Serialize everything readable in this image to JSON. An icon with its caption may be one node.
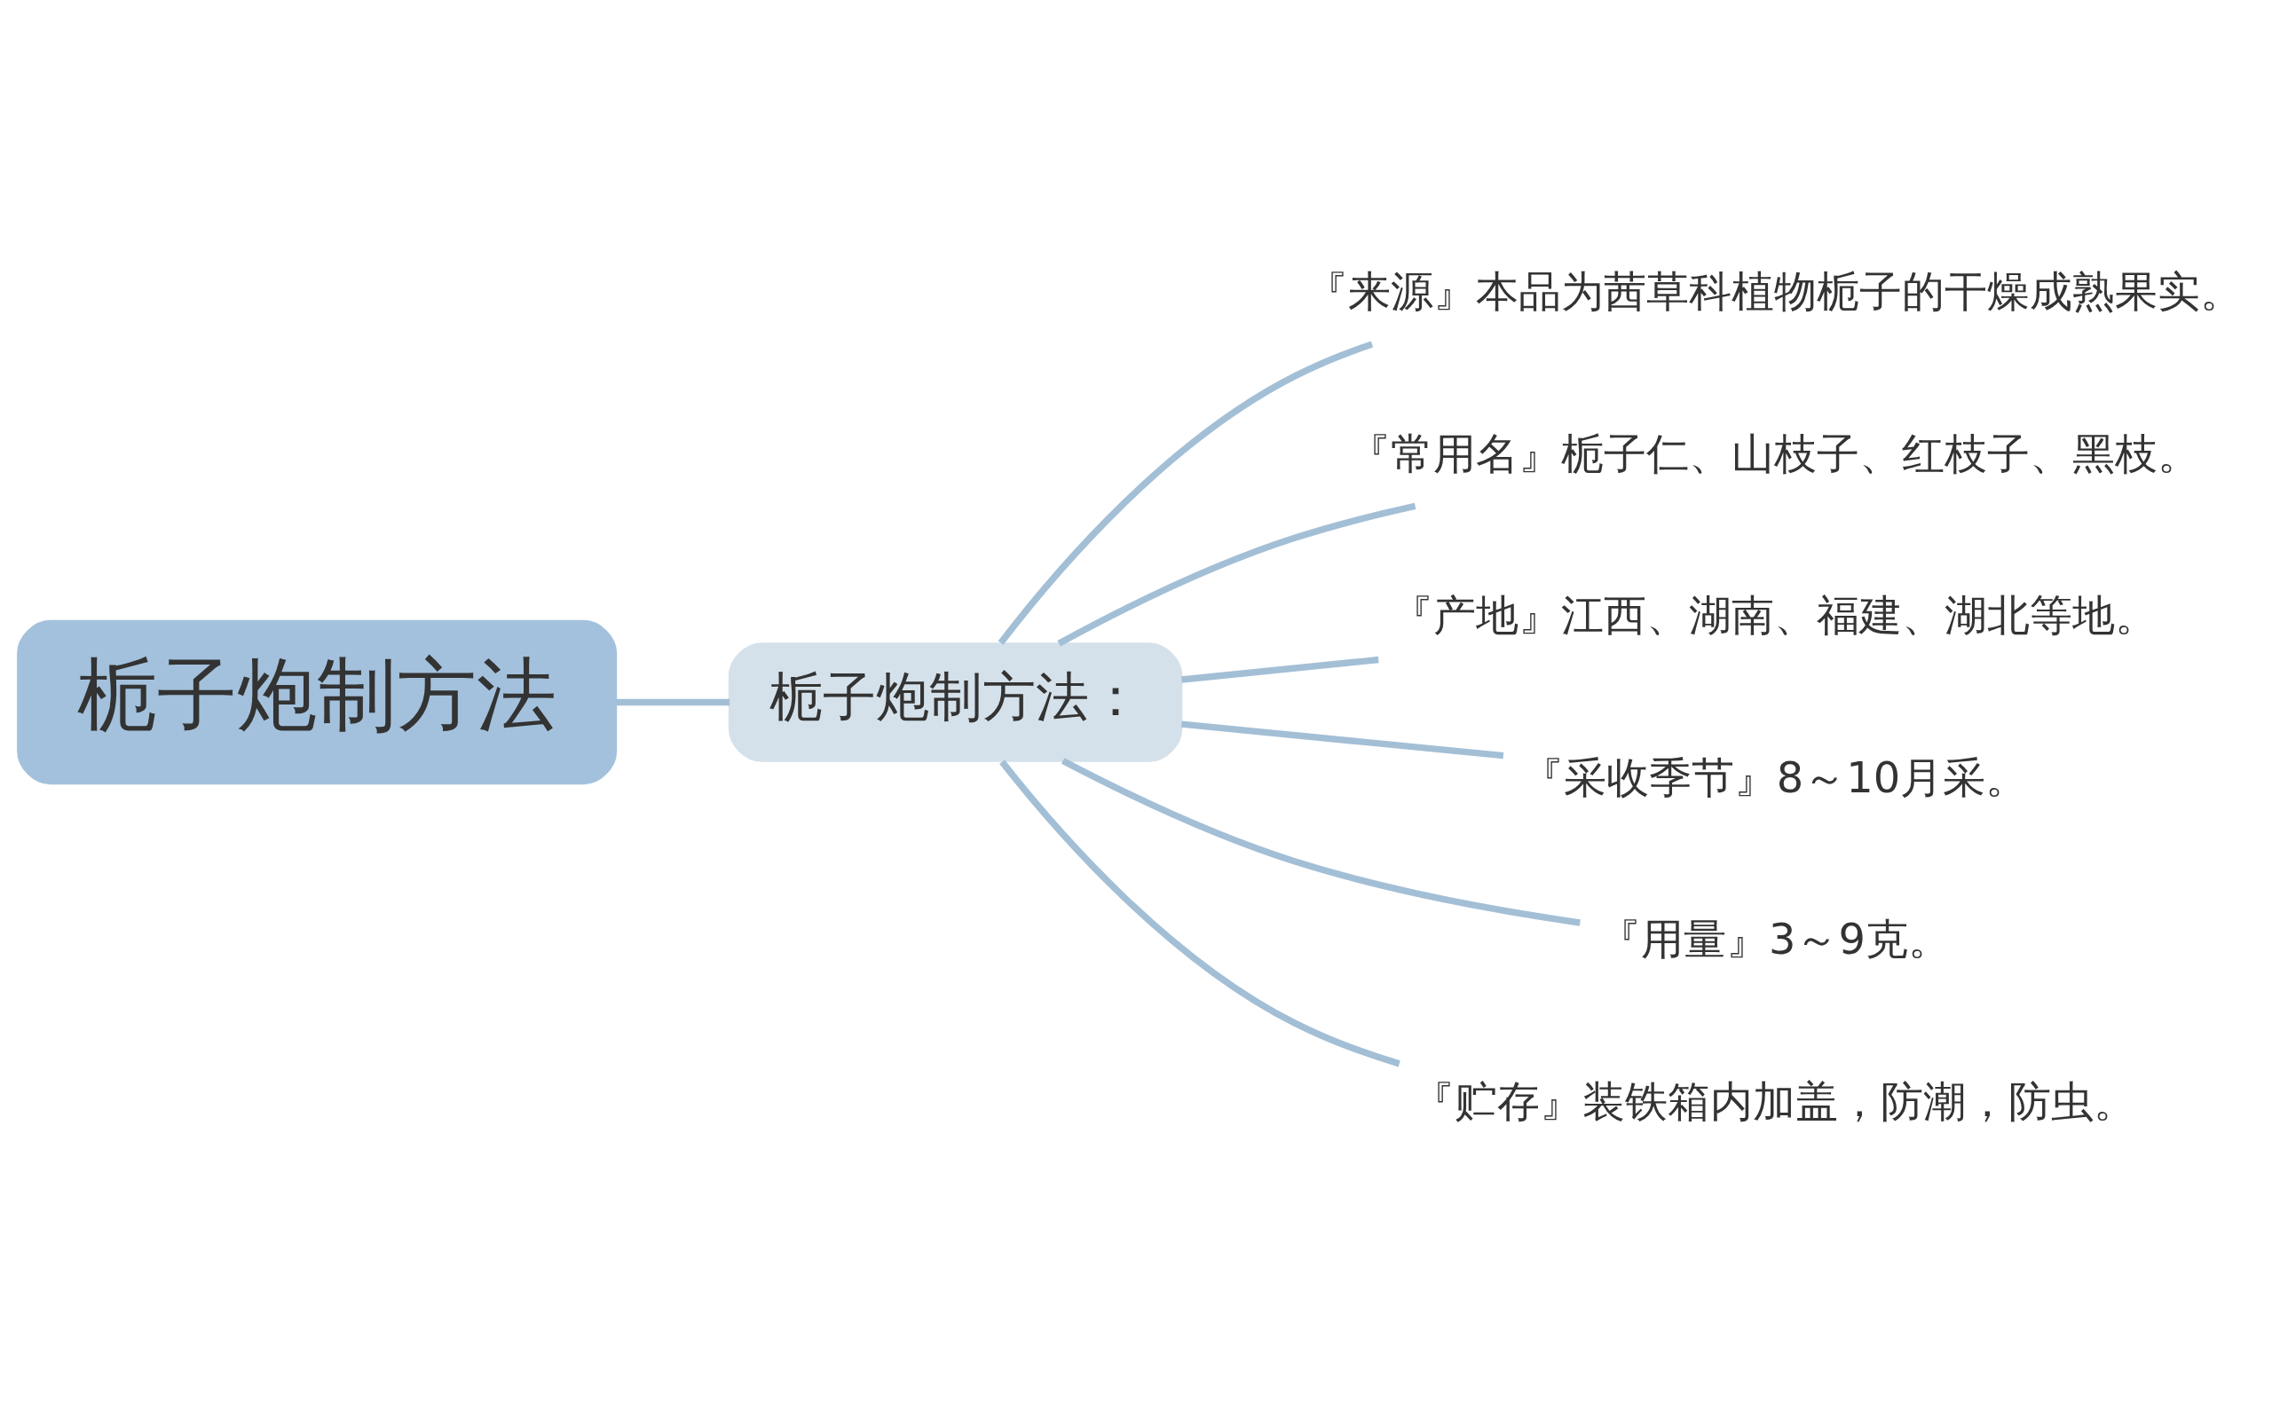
{
  "diagram": {
    "nodes": [
      {
        "text": [
          "栀子炮制方法"
        ]
      },
      {
        "text": [
          "栀子炮制方法："
        ]
      },
      {
        "text": [
          "『来源』本品为茜草科植物栀子的干燥成熟果实。"
        ]
      },
      {
        "text": [
          "『常用名』栀子仁、山枝子、红枝子、黑枝。"
        ]
      },
      {
        "text": [
          "『产地』江西、湖南、福建、湖北等地。"
        ]
      },
      {
        "text": [
          "『采收季节』8～10月采。"
        ]
      },
      {
        "text": [
          "『用量』3～9克。"
        ]
      },
      {
        "text": [
          "『贮存』装铁箱内加盖，防潮，防虫。"
        ]
      }
    ],
    "edges": [
      {
        "from": 0,
        "to": 1,
        "arrow": "none"
      },
      {
        "from": 1,
        "to": 2,
        "arrow": "none"
      },
      {
        "from": 1,
        "to": 3,
        "arrow": "none"
      },
      {
        "from": 1,
        "to": 4,
        "arrow": "none"
      },
      {
        "from": 1,
        "to": 5,
        "arrow": "none"
      },
      {
        "from": 1,
        "to": 6,
        "arrow": "none"
      },
      {
        "from": 1,
        "to": 7,
        "arrow": "none"
      }
    ]
  }
}
